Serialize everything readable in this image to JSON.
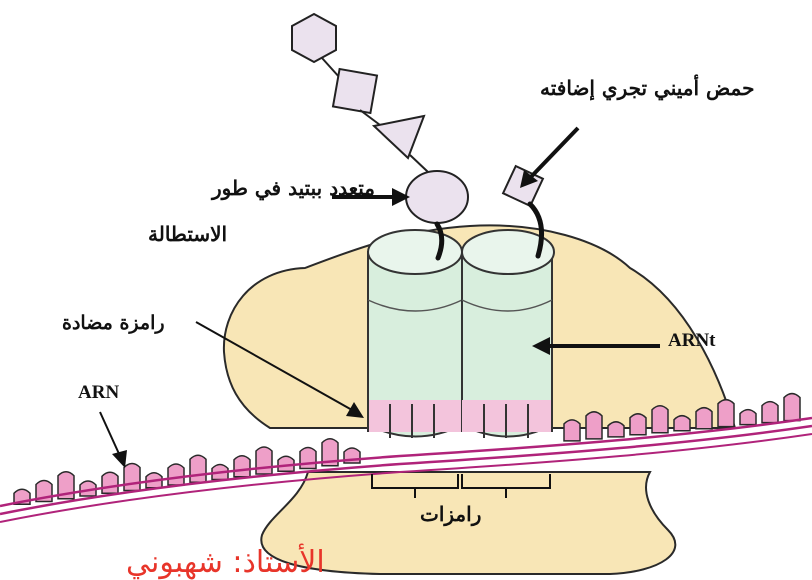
{
  "labels": {
    "amino_acid": "حمض أميني تجري إضافته",
    "polypeptide_line1": "متعدد ببتيد في طور",
    "polypeptide_line2": "الاستطالة",
    "anticodon": "رامزة مضادة",
    "arnt": "ARNt",
    "arn": "ARN",
    "codons": "رامزات",
    "credit": "الأستاذ: شهبوني"
  },
  "colors": {
    "ribosome": "#f8e6b6",
    "trna": "#d8eedd",
    "mrna_base": "#ee9fc8",
    "strand": "#b0237a",
    "polypeptide": "#ebe2ee",
    "credit": "#e8352a"
  }
}
